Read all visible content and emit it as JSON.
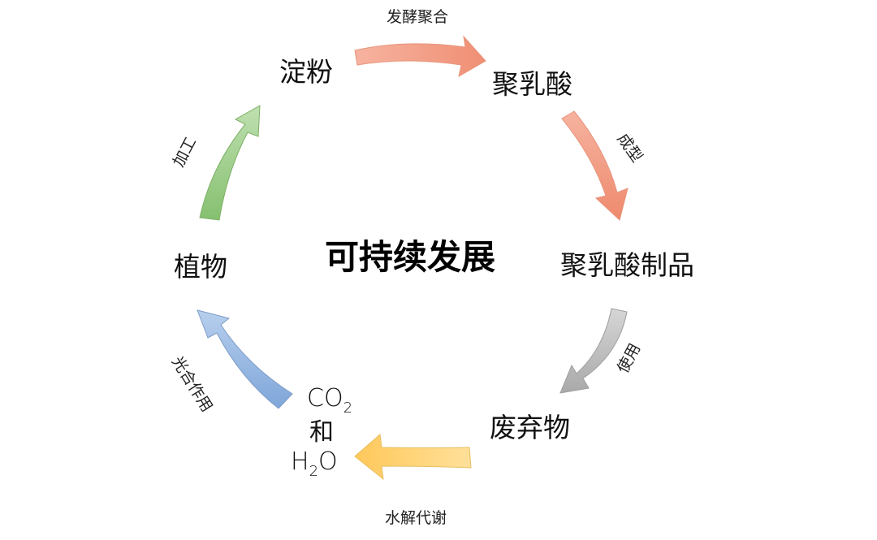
{
  "center_title": "可持续发展",
  "nodes": {
    "starch": "淀粉",
    "pla": "聚乳酸",
    "pla_products": "聚乳酸制品",
    "waste": "废弃物",
    "plant": "植物",
    "co2_h2o": {
      "c": "CO",
      "sub2": "2",
      "and": "和",
      "h": "H",
      "sub_h": "2",
      "o": "O"
    }
  },
  "edges": {
    "ferment": "发酵聚合",
    "mold": "成型",
    "use": "使用",
    "hydrolysis": "水解代谢",
    "photosynthesis": "光合作用",
    "process": "加工"
  },
  "colors": {
    "orange": "#F2A285",
    "gray": "#B8B8B8",
    "yellow": "#FFD577",
    "blue": "#8FB3E0",
    "green": "#8FC77C"
  }
}
